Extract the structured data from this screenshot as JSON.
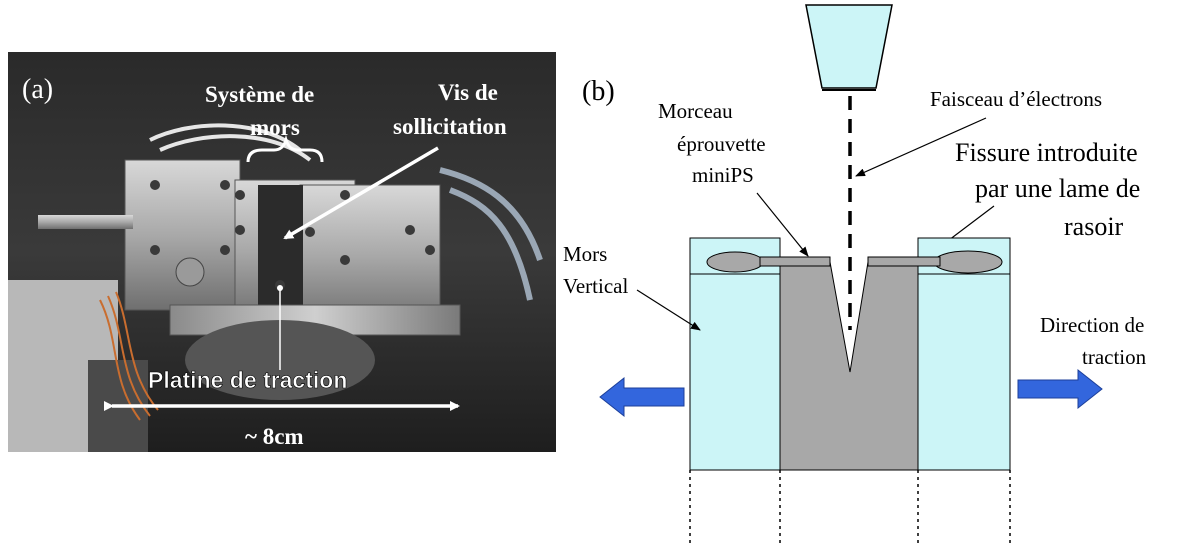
{
  "panel_a": {
    "label": "(a)",
    "callout_jaws_line1": "Système de",
    "callout_jaws_line2": "mors",
    "callout_screw_line1": "Vis de",
    "callout_screw_line2": "sollicitation",
    "stage_label": "Platine de traction",
    "scale_label": "~ 8cm"
  },
  "panel_b": {
    "label": "(b)",
    "specimen_line1": "Morceau",
    "specimen_line2": "éprouvette",
    "specimen_line3": "miniPS",
    "beam_label": "Faisceau d’électrons",
    "crack_line1": "Fissure introduite",
    "crack_line2": "par une lame de",
    "crack_line3": "rasoir",
    "jaw_line1": "Mors",
    "jaw_line2": "Vertical",
    "direction_line1": "Direction de",
    "direction_line2": "traction"
  },
  "colors": {
    "jaw_fill": "#ccf5f7",
    "specimen_fill": "#a8a8a8",
    "arrow_blue": "#3366dd",
    "beam_source": "#ccf5f7"
  }
}
